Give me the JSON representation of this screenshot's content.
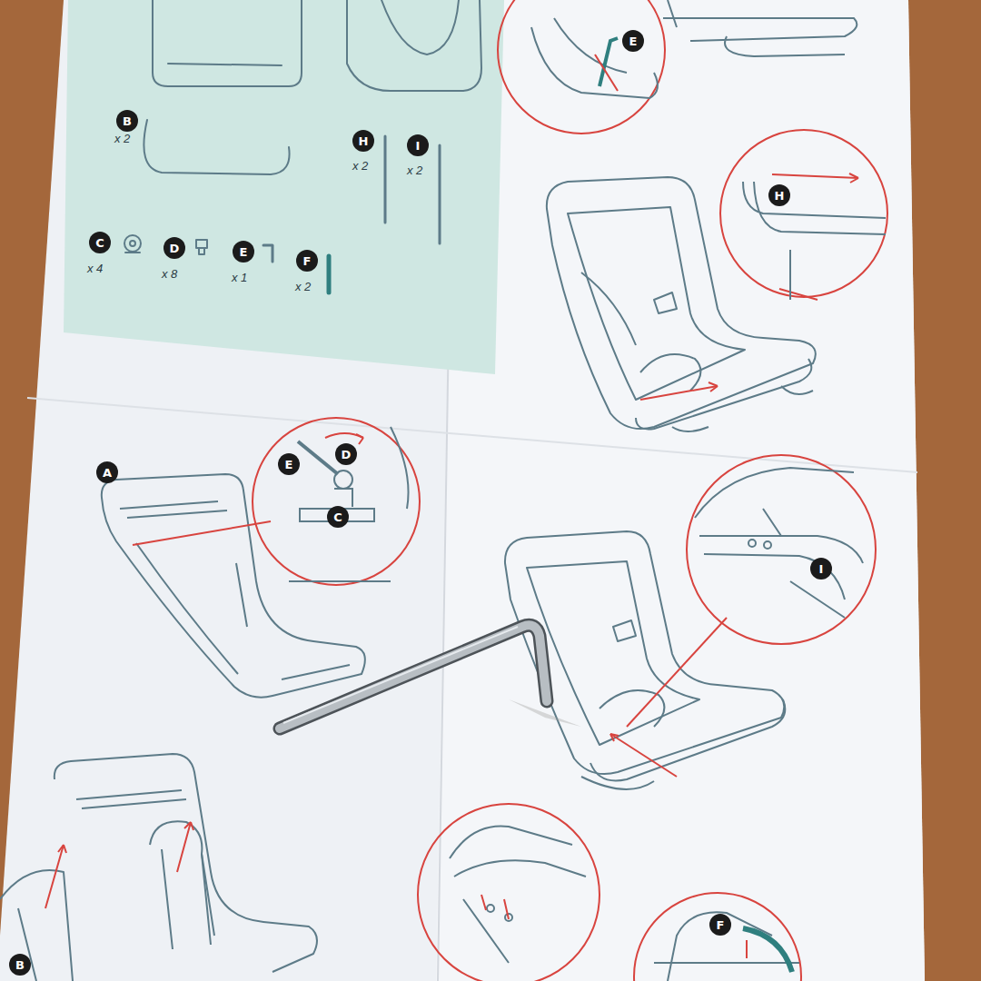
{
  "diagram": {
    "nodes": [
      {
        "text": [
          "B"
        ]
      },
      {
        "text": [
          "H"
        ]
      },
      {
        "text": [
          "I"
        ]
      },
      {
        "text": [
          "C"
        ]
      },
      {
        "text": [
          "D"
        ]
      },
      {
        "text": [
          "E"
        ]
      },
      {
        "text": [
          "F"
        ]
      },
      {
        "text": [
          "E"
        ]
      },
      {
        "text": [
          "H"
        ]
      },
      {
        "text": [
          "A"
        ]
      },
      {
        "text": [
          "E"
        ]
      },
      {
        "text": [
          "D"
        ]
      },
      {
        "text": [
          "C"
        ]
      },
      {
        "text": [
          "I"
        ]
      },
      {
        "text": [
          "F"
        ]
      },
      {
        "text": [
          "B"
        ]
      }
    ],
    "labels": [
      "x 2",
      "x 2",
      "x 2",
      "x 4",
      "x 8",
      "x 1",
      "x 2"
    ]
  }
}
